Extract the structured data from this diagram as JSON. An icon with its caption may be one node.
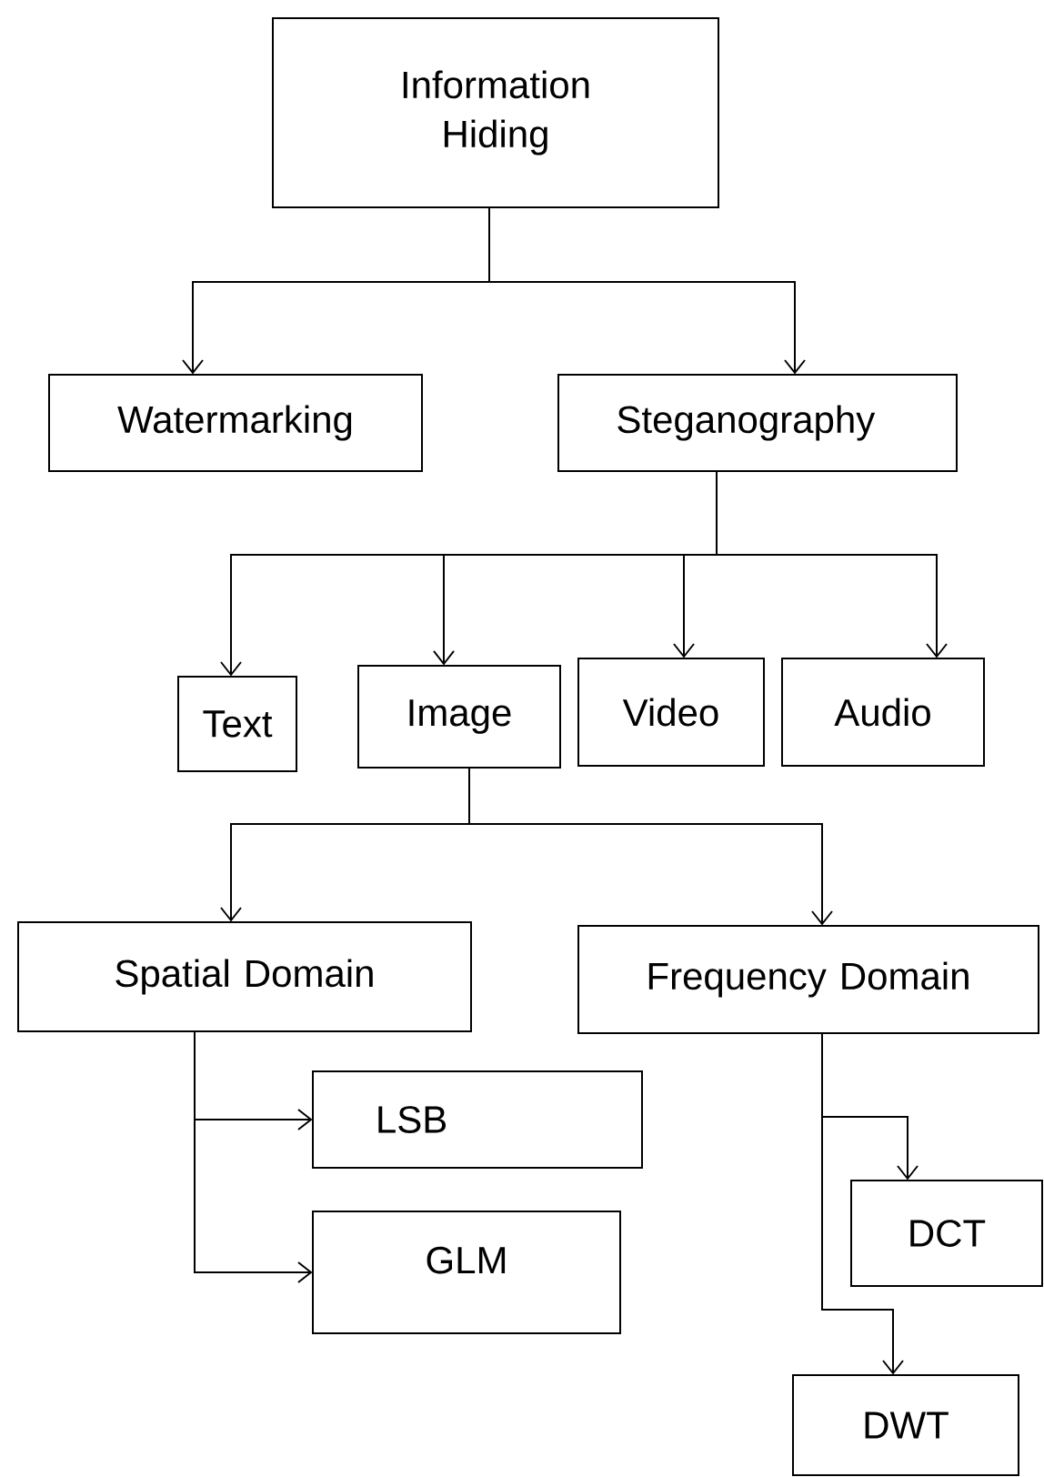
{
  "diagram": {
    "nodes": [
      {
        "text": [
          "Information Hiding"
        ]
      },
      {
        "text": [
          "Watermarking"
        ]
      },
      {
        "text": [
          "Steganography"
        ]
      },
      {
        "text": [
          "Text"
        ]
      },
      {
        "text": [
          "Image"
        ]
      },
      {
        "text": [
          "Video"
        ]
      },
      {
        "text": [
          "Audio"
        ]
      },
      {
        "text": [
          "Spatial Domain"
        ]
      },
      {
        "text": [
          "Frequency Domain"
        ]
      },
      {
        "text": [
          "LSB"
        ]
      },
      {
        "text": [
          "GLM"
        ]
      },
      {
        "text": [
          "DCT"
        ]
      },
      {
        "text": [
          "DWT"
        ]
      }
    ],
    "edges": [
      {
        "from": 0,
        "to": 1,
        "arrow": "to"
      },
      {
        "from": 0,
        "to": 2,
        "arrow": "to"
      },
      {
        "from": 2,
        "to": 3,
        "arrow": "to"
      },
      {
        "from": 2,
        "to": 4,
        "arrow": "to"
      },
      {
        "from": 2,
        "to": 5,
        "arrow": "to"
      },
      {
        "from": 2,
        "to": 6,
        "arrow": "to"
      },
      {
        "from": 4,
        "to": 7,
        "arrow": "to"
      },
      {
        "from": 4,
        "to": 8,
        "arrow": "to"
      },
      {
        "from": 7,
        "to": 9,
        "arrow": "to"
      },
      {
        "from": 7,
        "to": 10,
        "arrow": "to"
      },
      {
        "from": 8,
        "to": 11,
        "arrow": "to"
      },
      {
        "from": 8,
        "to": 12,
        "arrow": "to"
      }
    ]
  }
}
